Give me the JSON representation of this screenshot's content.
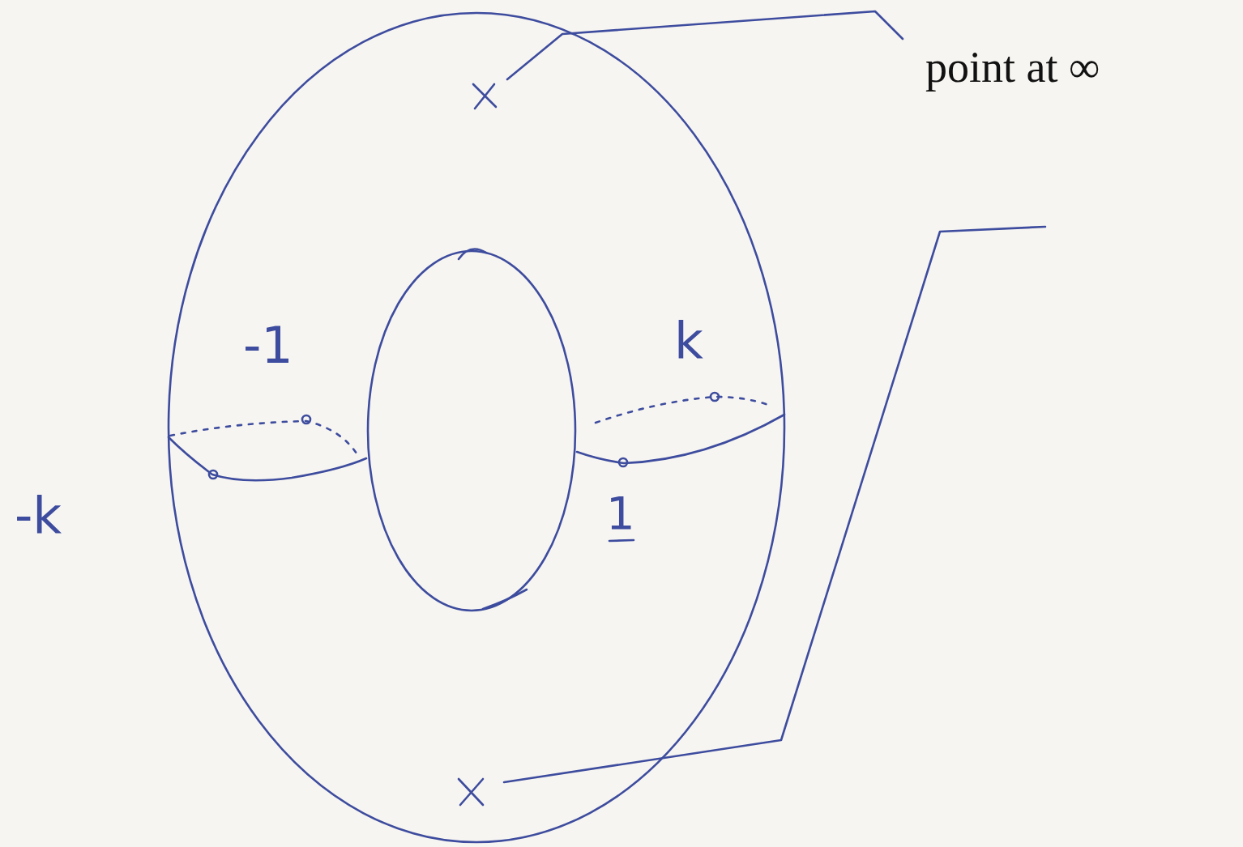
{
  "diagram": {
    "labels": [
      "point at ∞",
      "-1",
      "k",
      "-k",
      "1"
    ]
  }
}
